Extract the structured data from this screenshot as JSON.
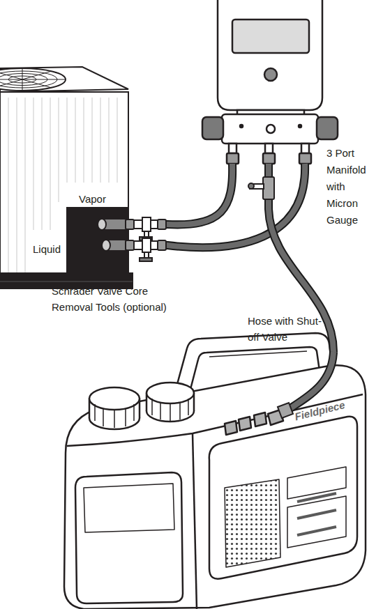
{
  "diagram": {
    "nodes": [
      {
        "text": [
          "Vapor",
          "Liquid"
        ]
      },
      {
        "text": [
          "3 Port Manifold with Micron Gauge"
        ]
      },
      {
        "text": [
          "Fieldpiece"
        ]
      }
    ],
    "edges": [
      {
        "from": 0,
        "to": 1,
        "arrow": "none"
      },
      {
        "from": 0,
        "to": 1,
        "arrow": "none"
      },
      {
        "from": 1,
        "to": 2,
        "arrow": "none"
      }
    ],
    "labels": [
      "Schrader Valve Core Removal Tools (optional)",
      "Hose with Shut-off Valve"
    ]
  }
}
